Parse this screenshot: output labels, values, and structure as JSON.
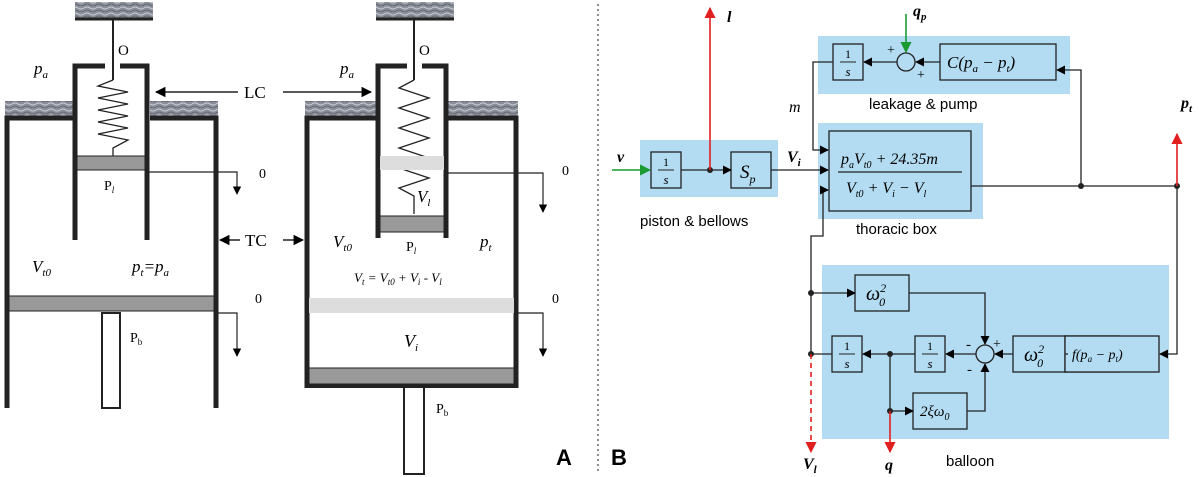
{
  "panel_a": {
    "letter": "A",
    "o_left": "O",
    "o_right": "O",
    "pa_left": "p",
    "pa_left_sub": "a",
    "pa_right": "p",
    "pa_right_sub": "a",
    "lc": "LC",
    "tc": "TC",
    "zero_1": "0",
    "zero_2": "0",
    "zero_3": "0",
    "zero_4": "0",
    "pl_left": "P",
    "pl_left_sub": "l",
    "pl_right": "P",
    "pl_right_sub": "l",
    "pb_left": "P",
    "pb_left_sub": "b",
    "pb_right": "P",
    "pb_right_sub": "b",
    "vt0_left": "V",
    "vt0_left_sub": "t0",
    "pt_eq": "p",
    "pt_eq_sub": "t",
    "pt_eq_rest": "=p",
    "pt_eq_sub2": "a",
    "vl": "V",
    "vl_sub": "l",
    "vt0_right": "V",
    "vt0_right_sub": "t0",
    "pt_right": "p",
    "pt_right_sub": "t",
    "vt_eq": "V",
    "vt_eq_sub": "t",
    "vt_eq_rest1": " = V",
    "vt_eq_sub2": "t0",
    "vt_eq_rest2": " + V",
    "vt_eq_sub3": "i",
    "vt_eq_rest3": " - V",
    "vt_eq_sub4": "l",
    "vi": "V",
    "vi_sub": "i"
  },
  "panel_b": {
    "letter": "B",
    "input_v": "v",
    "output_l": "l",
    "input_qp": "q",
    "input_qp_sub": "p",
    "output_pt": "p",
    "output_pt_sub": "t",
    "output_vl": "V",
    "output_vl_sub": "l",
    "output_q": "q",
    "signal_m": "m",
    "signal_vi": "V",
    "signal_vi_sub": "i",
    "int_num": "1",
    "int_den": "s",
    "sp": "S",
    "sp_sub": "p",
    "leak_fn": "C(p",
    "leak_fn_sub1": "a",
    "leak_fn_mid": " − p",
    "leak_fn_sub2": "t",
    "leak_fn_end": ")",
    "thoracic_num": "p",
    "thoracic_num_sub1": "a",
    "thoracic_num_mid": "V",
    "thoracic_num_sub2": "t0",
    "thoracic_num_end": " + 24.35m",
    "thoracic_den": "V",
    "thoracic_den_sub1": "t0",
    "thoracic_den_mid1": " + V",
    "thoracic_den_sub2": "i",
    "thoracic_den_mid2": " − V",
    "thoracic_den_sub3": "l",
    "omega": "ω",
    "omega_sub": "0",
    "omega_sup": "2",
    "damp": "2ξω",
    "damp_sub": "0",
    "balloon_fn": "f(p",
    "balloon_fn_sub1": "a",
    "balloon_fn_mid": " − p",
    "balloon_fn_sub2": "t",
    "balloon_fn_end": ")",
    "sign_plus": "+",
    "sign_minus": "-",
    "label_leak": "leakage & pump",
    "label_piston": "piston & bellows",
    "label_thoracic": "thoracic box",
    "label_balloon": "balloon"
  },
  "colors": {
    "region": "#b3dcf2",
    "red": "#e02020",
    "green": "#1a9a30",
    "stone": "#7a7f8c"
  }
}
